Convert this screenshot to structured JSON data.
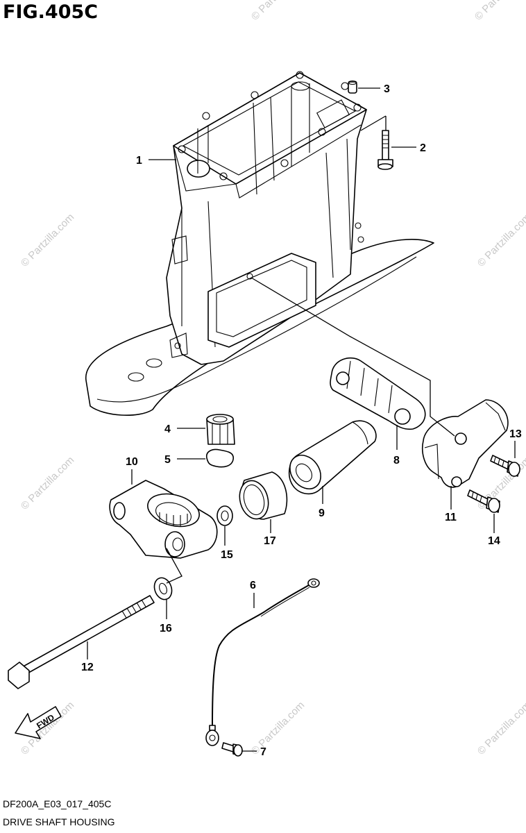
{
  "figure": {
    "title": "FIG.405C",
    "code": "DF200A_E03_017_405C",
    "caption": "DRIVE SHAFT HOUSING"
  },
  "watermark": "© Partzilla.com",
  "callouts": [
    "1",
    "2",
    "3",
    "4",
    "5",
    "6",
    "7",
    "8",
    "9",
    "10",
    "11",
    "12",
    "13",
    "14",
    "15",
    "16",
    "17"
  ],
  "fwd_label": "FWD"
}
